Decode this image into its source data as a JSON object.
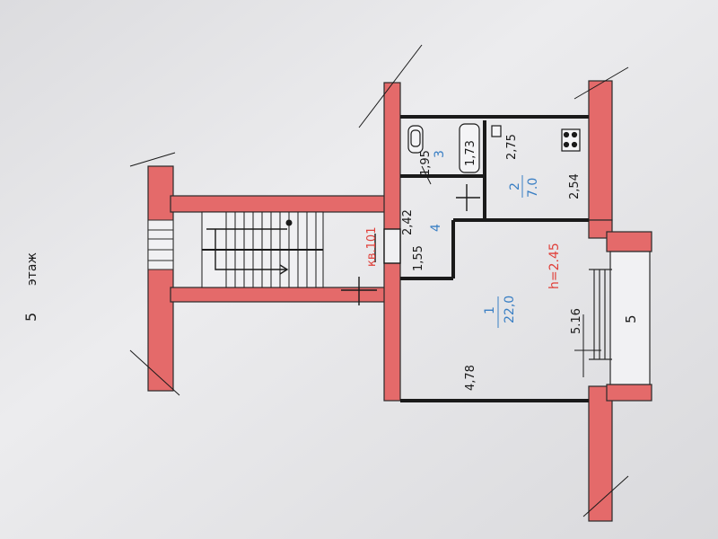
{
  "floor": {
    "number": "5",
    "label": "этаж"
  },
  "apartment": {
    "label": "кв.101",
    "ceiling_height": "h=2.45"
  },
  "rooms": [
    {
      "number": "1",
      "area": "22,0"
    },
    {
      "number": "2",
      "area": "7.0"
    },
    {
      "number": "3"
    },
    {
      "number": "4"
    },
    {
      "number": "5"
    }
  ],
  "dimensions": {
    "room1_length": "4,78",
    "room1_width": "5.16",
    "room2_length": "2,75",
    "room2_width": "2,54",
    "bath_length": "1,95",
    "bath_width": "1,73",
    "hall_length": "1,55",
    "hall_width": "2,42"
  },
  "colors": {
    "wall": "#e46a6a",
    "area_text": "#3a7fc4",
    "accent_text": "#e0403a",
    "paper": "#e6e6e8"
  }
}
